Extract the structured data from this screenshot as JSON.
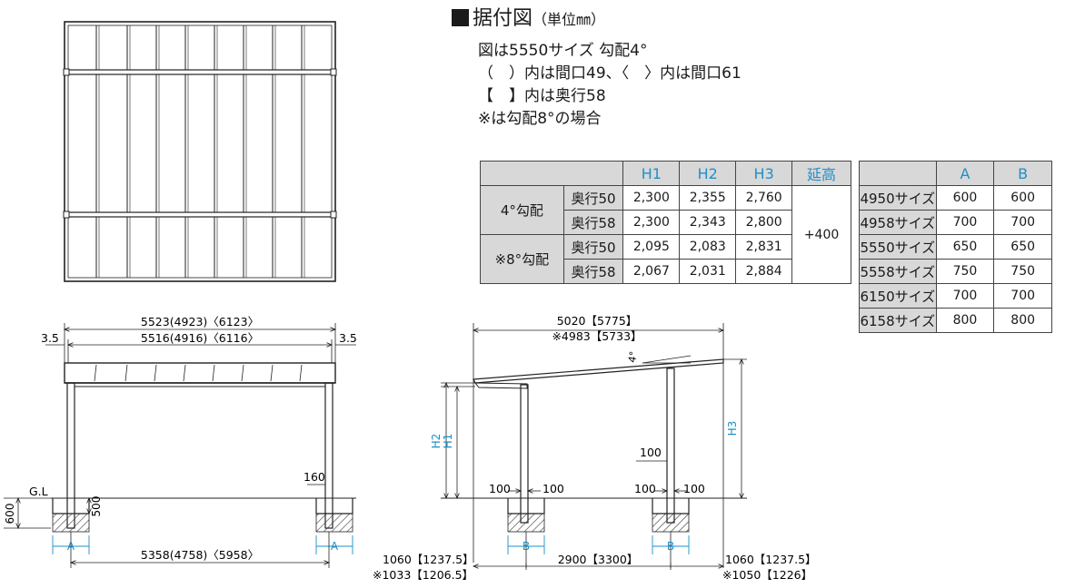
{
  "header": {
    "title_main": "据付図",
    "title_unit": "（単位㎜）",
    "notes": [
      "図は5550サイズ 勾配4°",
      "（　）内は間口49、〈　〉内は間口61",
      "【　】内は奥行58",
      "※は勾配8°の場合"
    ]
  },
  "height_table": {
    "headers": [
      "H1",
      "H2",
      "H3",
      "延高"
    ],
    "groups": [
      {
        "label": "4°勾配",
        "rows": [
          {
            "label": "奥行50",
            "h1": "2,300",
            "h2": "2,355",
            "h3": "2,760"
          },
          {
            "label": "奥行58",
            "h1": "2,300",
            "h2": "2,343",
            "h3": "2,800"
          }
        ]
      },
      {
        "label": "※8°勾配",
        "rows": [
          {
            "label": "奥行50",
            "h1": "2,095",
            "h2": "2,083",
            "h3": "2,831"
          },
          {
            "label": "奥行58",
            "h1": "2,067",
            "h2": "2,031",
            "h3": "2,884"
          }
        ]
      }
    ],
    "extension": "+400"
  },
  "size_table": {
    "headers": [
      "A",
      "B"
    ],
    "rows": [
      {
        "size": "4950サイズ",
        "a": "600",
        "b": "600"
      },
      {
        "size": "4958サイズ",
        "a": "700",
        "b": "700"
      },
      {
        "size": "5550サイズ",
        "a": "650",
        "b": "650"
      },
      {
        "size": "5558サイズ",
        "a": "750",
        "b": "750"
      },
      {
        "size": "6150サイズ",
        "a": "700",
        "b": "700"
      },
      {
        "size": "6158サイズ",
        "a": "800",
        "b": "800"
      }
    ]
  },
  "front_view": {
    "overall_width": "5523(4923)〈6123〉",
    "inner_width": "5516(4916)〈6116〉",
    "edge_left": "3.5",
    "edge_right": "3.5",
    "ground_label": "G.L",
    "depth_600": "600",
    "depth_500": "500",
    "dim_160": "160",
    "foundation_a_left": "A",
    "foundation_a_right": "A",
    "post_span": "5358(4758)〈5958〉"
  },
  "side_view": {
    "overall_depth": "5020【5775】",
    "overall_depth_8deg": "※4983【5733】",
    "slope": "4°",
    "h1": "H1",
    "h2": "H2",
    "h3": "H3",
    "dim_100_top": "100",
    "left_offset_l": "100",
    "left_offset_r": "100",
    "right_offset_l": "100",
    "right_offset_r": "100",
    "foundation_b_left": "B",
    "foundation_b_right": "B",
    "front_overhang": "1060【1237.5】",
    "front_overhang_8deg": "※1033【1206.5】",
    "post_span": "2900【3300】",
    "rear_overhang": "1060【1237.5】",
    "rear_overhang_8deg": "※1050【1226】"
  },
  "colors": {
    "ink": "#1a1a1a",
    "dimension_blue": "#1e8fc8",
    "table_header_gray": "#d8d8d8"
  }
}
